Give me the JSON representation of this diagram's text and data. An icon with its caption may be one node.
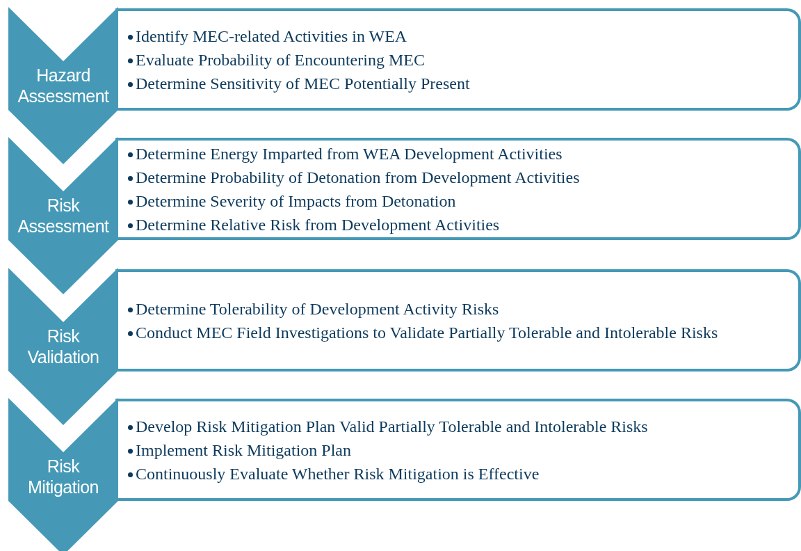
{
  "diagram": {
    "nodes": [
      {
        "text": [
          "Hazard Assessment"
        ]
      },
      {
        "text": [
          "Identify MEC-related Activities in WEA",
          "Evaluate Probability of Encountering MEC",
          "Determine Sensitivity of MEC Potentially Present"
        ]
      },
      {
        "text": [
          "Risk Assessment"
        ]
      },
      {
        "text": [
          "Determine Energy Imparted from WEA Development Activities",
          "Determine Probability of Detonation from Development Activities",
          "Determine Severity of Impacts from Detonation",
          "Determine Relative Risk from Development Activities"
        ]
      },
      {
        "text": [
          "Risk Validation"
        ]
      },
      {
        "text": [
          "Determine Tolerability of Development Activity Risks",
          "Conduct MEC Field Investigations to Validate Partially Tolerable and Intolerable Risks"
        ]
      },
      {
        "text": [
          "Risk Mitigation"
        ]
      },
      {
        "text": [
          "Develop Risk Mitigation Plan Valid Partially Tolerable and Intolerable Risks",
          "Implement Risk Mitigation Plan",
          "Continuously Evaluate Whether Risk Mitigation is Effective"
        ]
      }
    ]
  }
}
